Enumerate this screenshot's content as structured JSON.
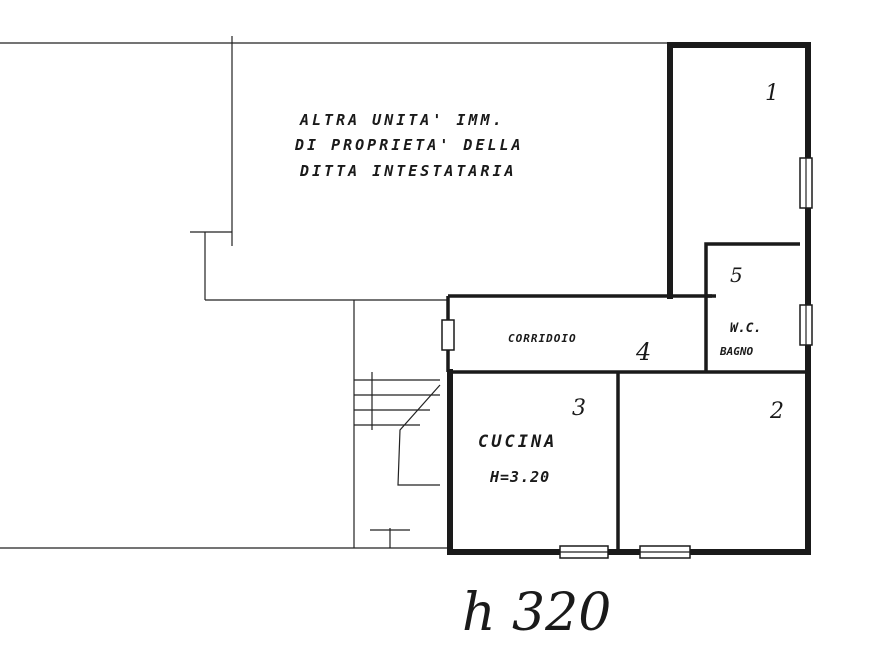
{
  "notes": {
    "other_unit_line1": "ALTRA UNITA' IMM.",
    "other_unit_line2": "DI PROPRIETA' DELLA",
    "other_unit_line3": "DITTA INTESTATARIA"
  },
  "rooms": {
    "room1_number": "1",
    "room2_number": "2",
    "room3_number": "3",
    "room4_number": "4",
    "corridor_label": "CORRIDOIO",
    "corridor_number": "4",
    "bath_number": "5",
    "bath_line1": "W.C.",
    "bath_line2": "BAGNO",
    "kitchen_label": "CUCINA",
    "kitchen_height": "H=3.20"
  },
  "height_note": "h 320"
}
